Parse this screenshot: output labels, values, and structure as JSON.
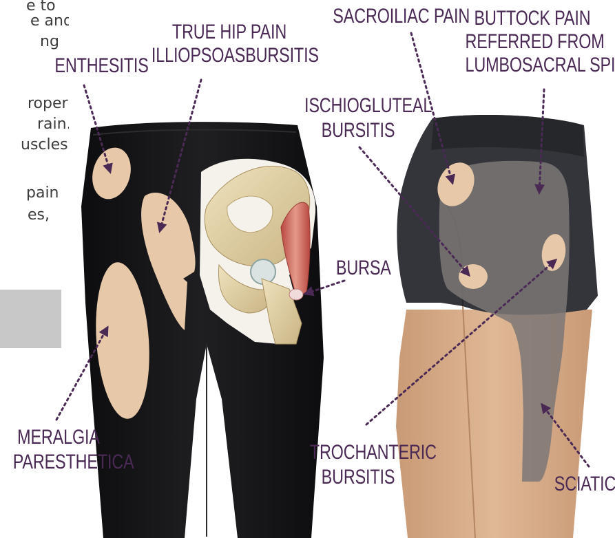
{
  "side_text": {
    "lines": [
      "e to",
      "e and",
      "ng",
      "",
      "roper",
      "rain.",
      "uscles",
      "",
      "pain",
      "es,"
    ]
  },
  "labels": {
    "enthesitis": [
      "ENTHESITIS"
    ],
    "true_hip": [
      "TRUE HIP PAIN",
      "ILLIOPSOASBURSITIS"
    ],
    "sacroiliac": [
      "SACROILIAC PAIN"
    ],
    "buttock": [
      "BUTTOCK PAIN",
      "REFERRED FROM",
      "LUMBOSACRAL SPINE"
    ],
    "ischiogluteal": [
      "ISCHIOGLUTEAL",
      "BURSITIS"
    ],
    "bursa": [
      "BURSA"
    ],
    "meralgia": [
      "MERALGIA",
      "PARESTHETICA"
    ],
    "trochanteric": [
      "TROCHANTERIC",
      "BURSITIS"
    ],
    "sciatica": [
      "SCIATICA"
    ]
  },
  "colors": {
    "label_text": "#4a2a55",
    "arrow": "#4a2a55",
    "pain_zone": "#e7c8a8",
    "leggings": "#161618",
    "shorts": "#33353a",
    "skin": "#d9ae8a",
    "overlay_zone": "#7d7775"
  }
}
